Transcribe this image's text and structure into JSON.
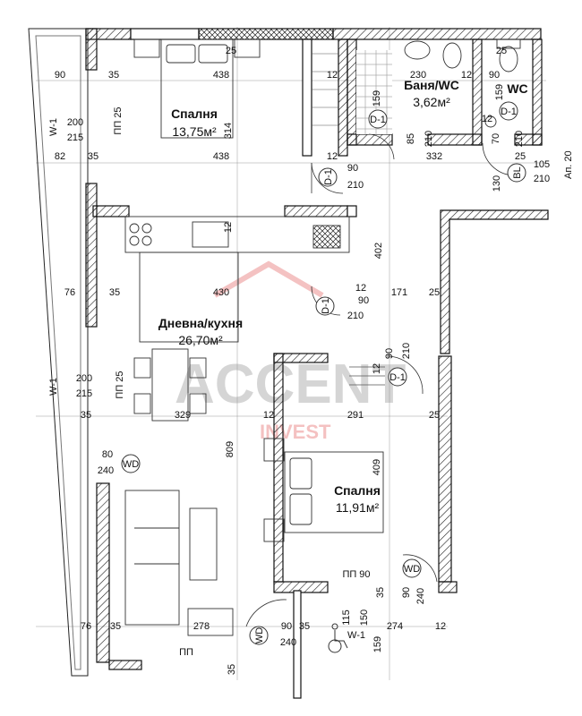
{
  "rooms": [
    {
      "name": "Спалня",
      "area": "13,75м²"
    },
    {
      "name": "Баня/WC",
      "area": "3,62м²"
    },
    {
      "name": "WC",
      "area": ""
    },
    {
      "name": "Дневна/кухня",
      "area": "26,70м²"
    },
    {
      "name": "Спалня",
      "area": "11,91м²"
    }
  ],
  "unit_label": "Ап. 20",
  "watermark": {
    "brand": "ACCENT",
    "sub": "INVEST",
    "color": "#e05050"
  },
  "doors": [
    "D-1",
    "D-1",
    "D-1",
    "D-1",
    "D-1",
    "BL",
    "WD",
    "WD",
    "WD",
    "W-1",
    "W-1",
    "W-1"
  ],
  "openings": [
    "ПП 25",
    "ПП 25",
    "ПП 90",
    "ПП"
  ],
  "dims": [
    "90",
    "35",
    "438",
    "25",
    "12",
    "230",
    "12",
    "90",
    "25",
    "200",
    "215",
    "314",
    "159",
    "159",
    "85",
    "210",
    "12",
    "70",
    "210",
    "82",
    "35",
    "438",
    "12",
    "90",
    "210",
    "332",
    "25",
    "105",
    "210",
    "130",
    "12",
    "76",
    "35",
    "430",
    "12",
    "90",
    "210",
    "171",
    "25",
    "402",
    "90",
    "210",
    "12",
    "200",
    "215",
    "35",
    "329",
    "12",
    "291",
    "25",
    "409",
    "809",
    "80",
    "240",
    "90",
    "240",
    "35",
    "76",
    "35",
    "278",
    "90",
    "35",
    "115",
    "150",
    "274",
    "12",
    "240",
    "159",
    "35"
  ]
}
